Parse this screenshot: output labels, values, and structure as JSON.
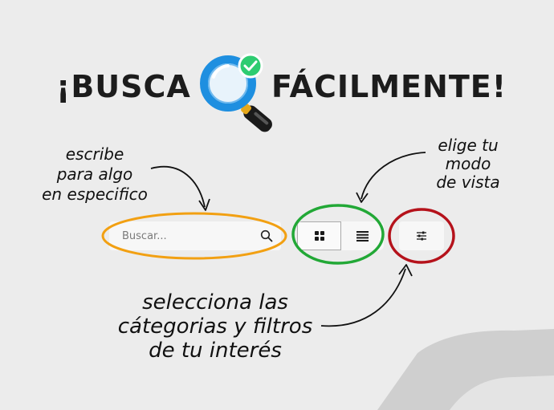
{
  "headline": {
    "left": "¡BUSCA",
    "right": "FÁCILMENTE!"
  },
  "annotations": {
    "search_hint": "escribe\npara algo\nen especifico",
    "view_hint": "elige tu\nmodo\nde vista",
    "filter_hint": "selecciona las\ncátegorias y filtros\nde tu interés"
  },
  "search": {
    "placeholder": "Buscar..."
  },
  "icons": {
    "magnifier": "search-icon",
    "grid_view": "grid-view-icon",
    "list_view": "list-view-icon",
    "filters": "filter-sliders-icon",
    "logo": "magnifier-check-icon"
  },
  "colors": {
    "background": "#ececec",
    "orange_highlight": "#f2a012",
    "green_highlight": "#22a836",
    "red_highlight": "#b5121b",
    "magnifier_blue": "#1e8fe0",
    "check_green": "#2ecc71"
  },
  "view_toggle": {
    "selected": "grid"
  }
}
